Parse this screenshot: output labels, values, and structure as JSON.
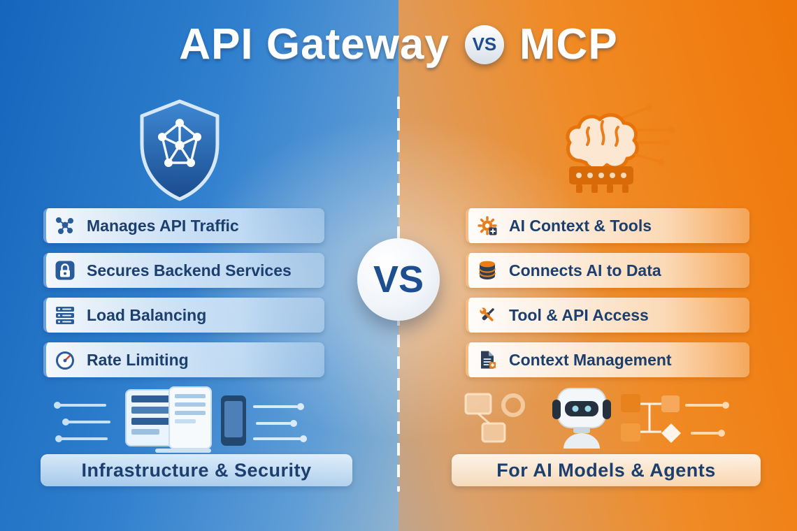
{
  "header": {
    "left_title": "API Gateway",
    "vs_label": "VS",
    "right_title": "MCP"
  },
  "center": {
    "vs_label": "VS"
  },
  "left": {
    "items": [
      {
        "icon": "network-icon",
        "label": "Manages API Traffic"
      },
      {
        "icon": "lock-icon",
        "label": "Secures Backend Services"
      },
      {
        "icon": "server-stack-icon",
        "label": "Load Balancing"
      },
      {
        "icon": "gauge-icon",
        "label": "Rate Limiting"
      }
    ],
    "footer": "Infrastructure & Security"
  },
  "right": {
    "items": [
      {
        "icon": "gear-icon",
        "label": "AI Context & Tools"
      },
      {
        "icon": "database-icon",
        "label": "Connects AI to Data"
      },
      {
        "icon": "tools-icon",
        "label": "Tool & API Access"
      },
      {
        "icon": "document-icon",
        "label": "Context Management"
      }
    ],
    "footer": "For AI Models & Agents"
  },
  "colors": {
    "left_accent": "#1f6ec2",
    "right_accent": "#ef7a10",
    "text_navy": "#1c3f6e",
    "badge_text": "#1d4e8f",
    "white": "#ffffff"
  }
}
